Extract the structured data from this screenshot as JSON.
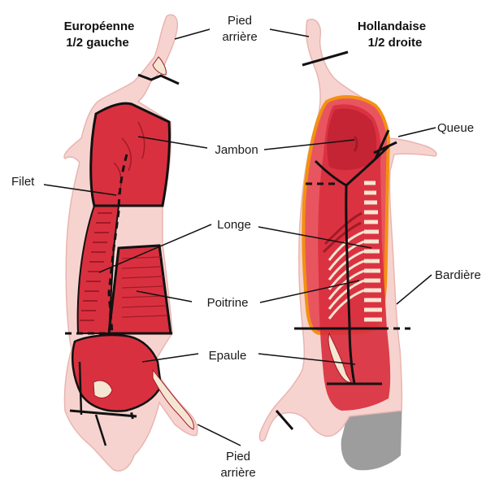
{
  "titles": {
    "left_line1": "Européenne",
    "left_line2": "1/2 gauche",
    "right_line1": "Hollandaise",
    "right_line2": "1/2 droite"
  },
  "labels": {
    "pied_top_1": "Pied",
    "pied_top_2": "arrière",
    "pied_bottom_1": "Pied",
    "pied_bottom_2": "arrière",
    "queue": "Queue",
    "jambon": "Jambon",
    "filet": "Filet",
    "longe": "Longe",
    "bardiere": "Bardière",
    "poitrine": "Poitrine",
    "epaule": "Epaule"
  },
  "colors": {
    "skin": "#f7d3cf",
    "skin_stroke": "#e8b5b0",
    "meat_red": "#d9303f",
    "meat_dark": "#a31a27",
    "meat_light": "#e8555f",
    "bone": "#f5e6d3",
    "fat_orange": "#f29111",
    "grey": "#9d9d9d",
    "line": "#111111"
  },
  "icons": [
    "left-half-carcass-icon",
    "right-half-carcass-icon"
  ]
}
